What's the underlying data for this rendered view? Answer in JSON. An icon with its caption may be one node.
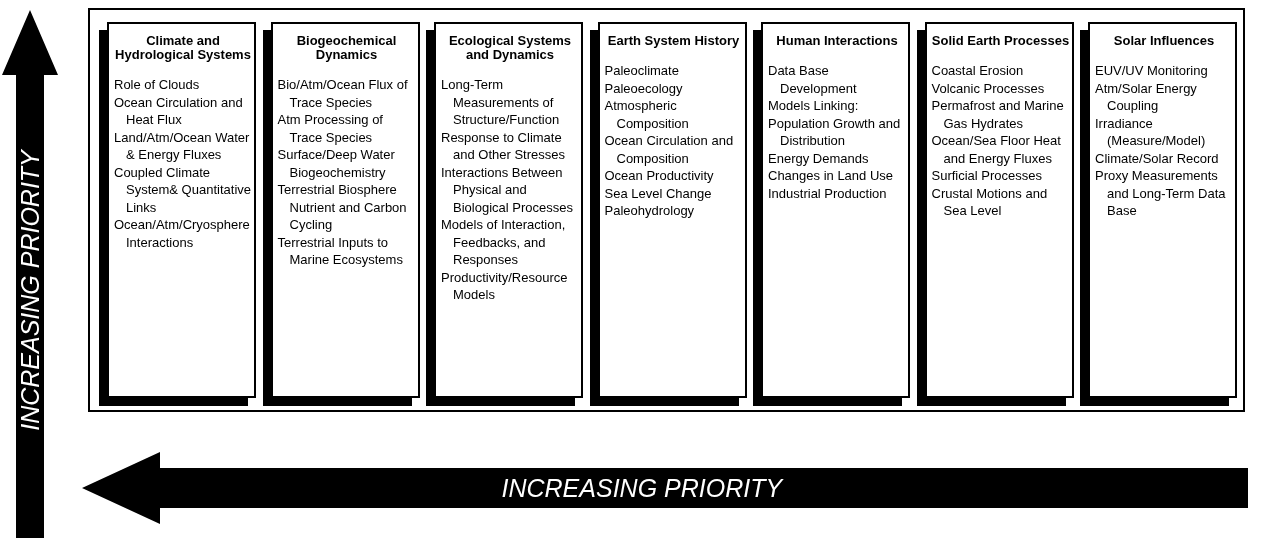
{
  "diagram": {
    "nodes": [
      {
        "text": [],
        "shape": "box"
      },
      {
        "text": [
          "Climate and Hydrological Systems",
          "Role of Clouds",
          "Ocean Circulation and Heat Flux",
          "Land/Atm/Ocean Water & Energy Fluxes",
          "Coupled Climate System& Quantitative Links",
          "Ocean/Atm/Cryosphere Interactions"
        ],
        "in": 0
      },
      {
        "text": [
          "Biogeochemical Dynamics",
          "Bio/Atm/Ocean Flux of Trace Species",
          "Atm Processing of Trace Species",
          "Surface/Deep Water Biogeochemistry",
          "Terrestrial Biosphere Nutrient and Carbon Cycling",
          "Terrestrial Inputs to Marine Ecosystems"
        ],
        "in": 0
      },
      {
        "text": [
          "Ecological Systems and Dynamics",
          "Long-Term Measurements of Structure/Function",
          "Response to Climate and Other Stresses",
          "Interactions Between Physical and Biological Processes",
          "Models of Interaction, Feedbacks, and Responses",
          "Productivity/Resource Models"
        ],
        "in": 0
      },
      {
        "text": [
          "Earth System History",
          "Paleoclimate",
          "Paleoecology",
          "Atmospheric Composition",
          "Ocean Circulation and Composition",
          "Ocean Productivity",
          "Sea Level Change",
          "Paleohydrology"
        ],
        "in": 0
      },
      {
        "text": [
          "Human Interactions",
          "Data Base Development",
          "Models Linking:",
          "Population Growth and Distribution",
          "Energy Demands",
          "Changes in Land Use",
          "Industrial Production"
        ],
        "in": 0
      },
      {
        "text": [
          "Solid Earth Processes",
          "Coastal Erosion",
          "Volcanic Processes",
          "Permafrost and Marine Gas Hydrates",
          "Ocean/Sea Floor Heat and Energy Fluxes",
          "Surficial Processes",
          "Crustal Motions and Sea Level"
        ],
        "in": 0
      },
      {
        "text": [
          "Solar Influences",
          "EUV/UV Monitoring",
          "Atm/Solar Energy Coupling",
          "Irradiance (Measure/Model)",
          "Climate/Solar Record",
          "Proxy Measurements and Long-Term Data Base"
        ],
        "in": 0
      }
    ],
    "labels": [
      "INCREASING PRIORITY",
      "INCREASING PRIORITY"
    ]
  }
}
